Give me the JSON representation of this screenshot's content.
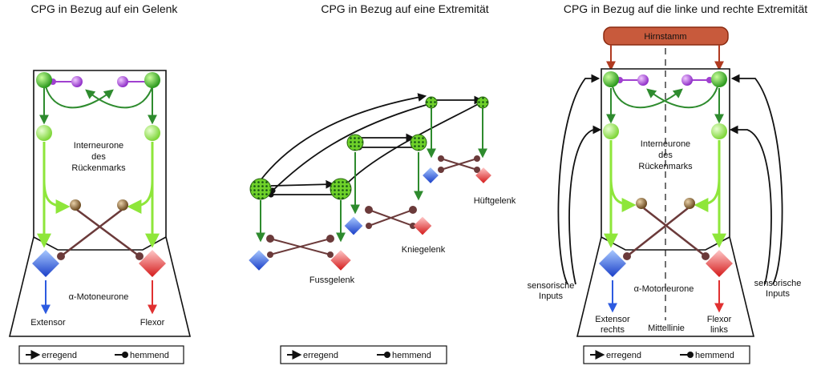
{
  "panels": {
    "joint": {
      "title": "CPG in Bezug auf ein Gelenk",
      "interneurons": [
        "Interneurone",
        "des",
        "Rückenmarks"
      ],
      "motoneurons": "α-Motoneurone",
      "extensor": "Extensor",
      "flexor": "Flexor"
    },
    "limb": {
      "title": "CPG in Bezug auf eine Extremität",
      "hip": "Hüftgelenk",
      "knee": "Kniegelenk",
      "foot": "Fussgelenk"
    },
    "bilateral": {
      "title": "CPG in Bezug auf die linke und rechte Extremität",
      "brainstem": "Hirnstamm",
      "interneurons": [
        "Interneurone",
        "des",
        "Rückenmarks"
      ],
      "motoneurons": "α-Motoneurone",
      "sensory_left": [
        "sensorische",
        "Inputs"
      ],
      "sensory_right": [
        "sensorische",
        "Inputs"
      ],
      "extensor": [
        "Extensor",
        "rechts"
      ],
      "flexor": [
        "Flexor",
        "links"
      ],
      "midline": "Mittellinie"
    }
  },
  "legend": {
    "excitatory": "erregend",
    "inhibitory": "hemmend"
  },
  "colors": {
    "green_dark": "#2e8b2e",
    "green_light": "#8ee63a",
    "purple": "#a040d0",
    "brown": "#6b3a3a",
    "extensor_blue": "#2d5be0",
    "flexor_red": "#e03030",
    "brainstem": "#c85a3c"
  }
}
